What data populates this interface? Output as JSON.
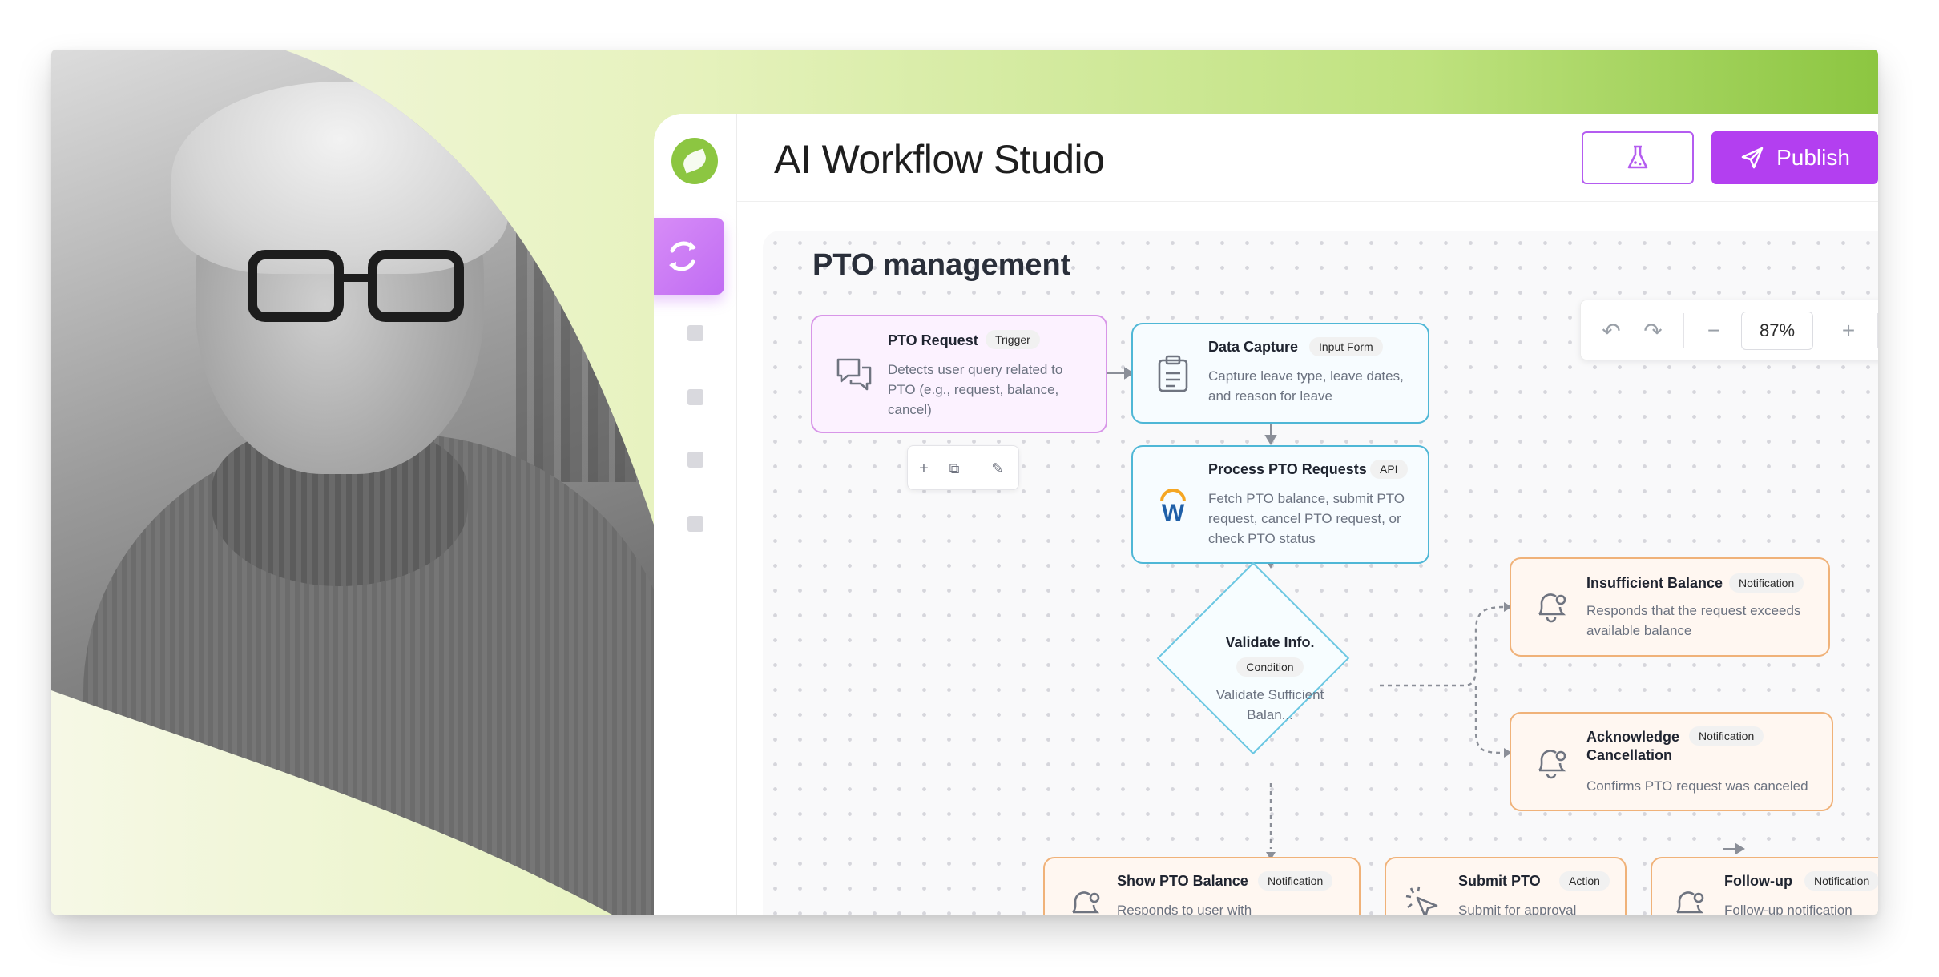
{
  "app": {
    "title": "AI Workflow Studio",
    "publish_label": "Publish",
    "accent": "#b33ff0",
    "brand_green": "#8cc641"
  },
  "rail": {
    "items": [
      {
        "icon": "sync-icon",
        "active": true
      },
      {
        "icon": "placeholder-icon"
      },
      {
        "icon": "placeholder-icon"
      },
      {
        "icon": "placeholder-icon"
      },
      {
        "icon": "placeholder-icon"
      }
    ]
  },
  "canvas": {
    "title": "PTO management",
    "zoom": "87%"
  },
  "nodes": {
    "pto_request": {
      "title": "PTO Request",
      "tag": "Trigger",
      "desc": "Detects user query related to PTO (e.g., request, balance, cancel)"
    },
    "data_capture": {
      "title": "Data Capture",
      "tag": "Input Form",
      "desc": "Capture leave type, leave dates, and reason for leave"
    },
    "process": {
      "title": "Process PTO Requests",
      "tag": "API",
      "desc": "Fetch PTO balance, submit PTO request, cancel PTO request, or check PTO status"
    },
    "validate": {
      "title": "Validate Info.",
      "tag": "Condition",
      "desc": "Validate Sufficient Balan..."
    },
    "insufficient": {
      "title": "Insufficient Balance",
      "tag": "Notification",
      "desc": "Responds that the request exceeds available balance"
    },
    "acknowledge": {
      "title": "Acknowledge Cancellation",
      "tag": "Notification",
      "desc": "Confirms PTO request was canceled"
    },
    "show_balance": {
      "title": "Show PTO Balance",
      "tag": "Notification",
      "desc": "Responds to user with"
    },
    "submit": {
      "title": "Submit PTO",
      "tag": "Action",
      "desc": "Submit for approval"
    },
    "followup": {
      "title": "Follow-up",
      "tag": "Notification",
      "desc": "Follow-up notification"
    }
  }
}
